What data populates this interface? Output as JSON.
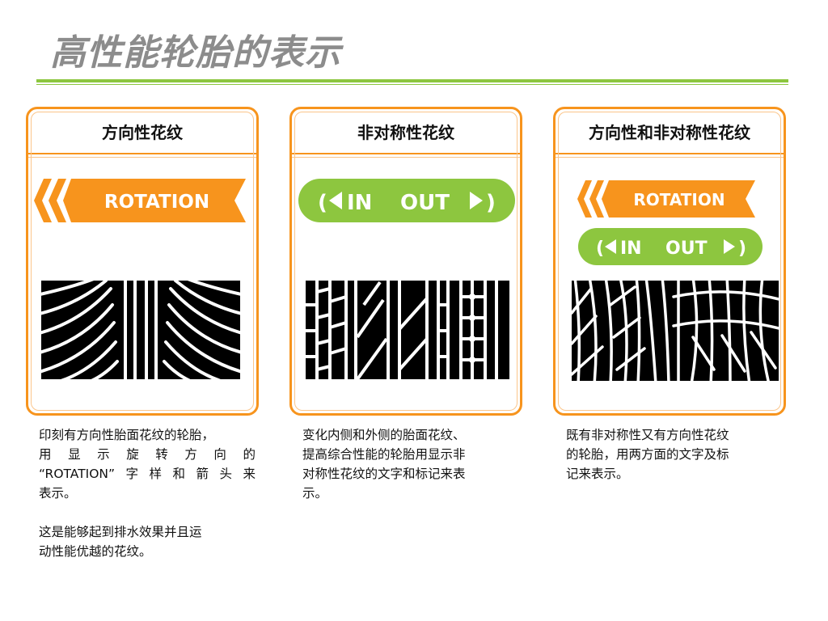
{
  "title": "高性能轮胎的表示",
  "colors": {
    "accent_orange": "#f7941d",
    "accent_green": "#8dc63f",
    "title_gray": "#8c8c8c"
  },
  "cards": [
    {
      "heading": "方向性花纹",
      "badges": [
        {
          "type": "rotation",
          "text": "ROTATION"
        }
      ],
      "tread": "directional-tread",
      "description": {
        "para1_line1": "印刻有方向性胎面花纹的轮胎，",
        "para1_line2": "用 显 示 旋 转 方 向 的",
        "para1_line3": "“ROTATION”字样和箭头来",
        "para1_line4": "表示。",
        "para2_line1": "这是能够起到排水效果并且运",
        "para2_line2": "动性能优越的花纹。"
      }
    },
    {
      "heading": "非对称性花纹",
      "badges": [
        {
          "type": "in-out",
          "text_in": "IN",
          "text_out": "OUT"
        }
      ],
      "tread": "asymmetric-tread",
      "description": {
        "line1": "变化内侧和外侧的胎面花纹、",
        "line2": "提高综合性能的轮胎用显示非",
        "line3": "对称性花纹的文字和标记来表",
        "line4": "示。"
      }
    },
    {
      "heading": "方向性和非对称性花纹",
      "badges": [
        {
          "type": "rotation",
          "text": "ROTATION"
        },
        {
          "type": "in-out",
          "text_in": "IN",
          "text_out": "OUT"
        }
      ],
      "tread": "directional-asymmetric-tread",
      "description": {
        "line1": "既有非对称性又有方向性花纹",
        "line2": "的轮胎，用两方面的文字及标",
        "line3": "记来表示。"
      }
    }
  ]
}
